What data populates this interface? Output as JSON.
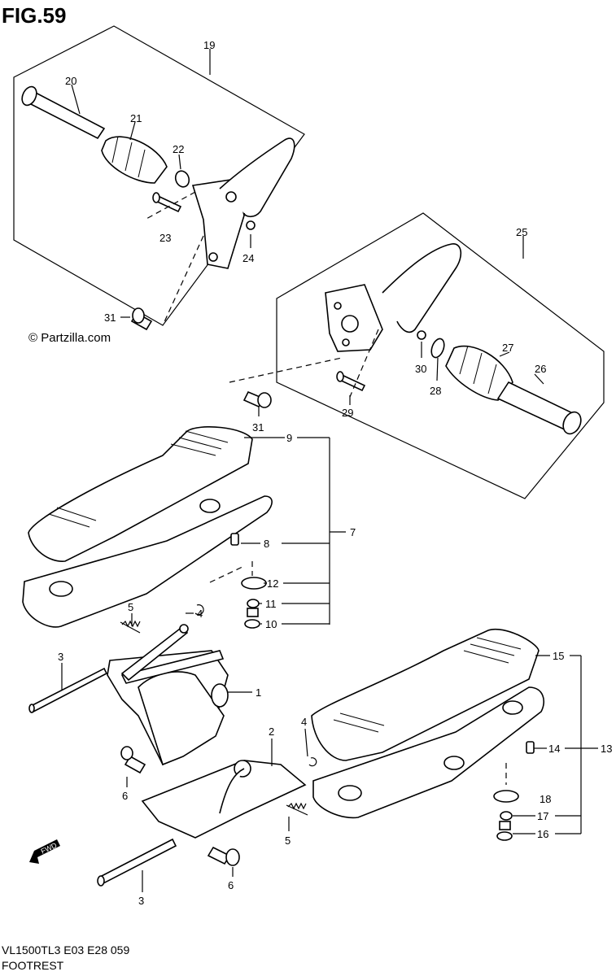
{
  "header": {
    "figure_label": "FIG.59"
  },
  "footer": {
    "model_line": "VL1500TL3  E03  E28  059",
    "section_name": "FOOTREST"
  },
  "watermark": {
    "text": "© Partzilla.com"
  },
  "fwd_badge": {
    "text": "FWD",
    "icon": "fwd-arrow-icon"
  },
  "callouts": {
    "c1": "1",
    "c2": "2",
    "c3a": "3",
    "c3b": "3",
    "c4a": "4",
    "c4b": "4",
    "c5a": "5",
    "c5b": "5",
    "c6a": "6",
    "c6b": "6",
    "c7": "7",
    "c8": "8",
    "c9": "9",
    "c10": "10",
    "c11": "11",
    "c12": "12",
    "c13": "13",
    "c14": "14",
    "c15": "15",
    "c16": "16",
    "c17": "17",
    "c18": "18",
    "c19": "19",
    "c20": "20",
    "c21": "21",
    "c22": "22",
    "c23": "23",
    "c24": "24",
    "c25": "25",
    "c26": "26",
    "c27": "27",
    "c28": "28",
    "c29": "29",
    "c30": "30",
    "c31a": "31",
    "c31b": "31"
  }
}
